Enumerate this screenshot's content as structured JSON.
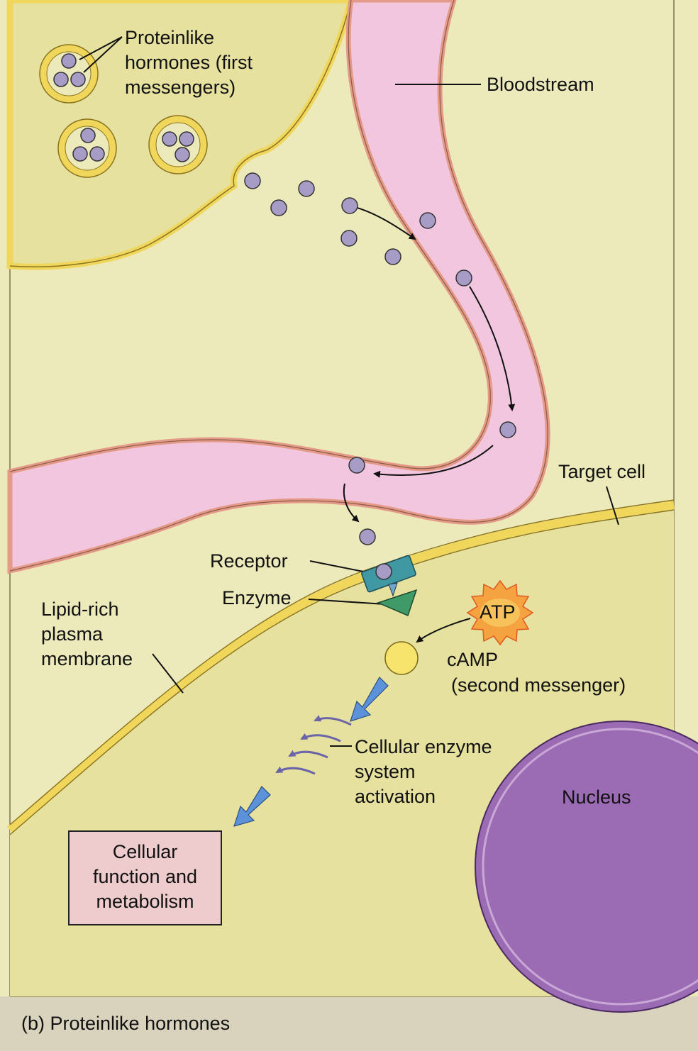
{
  "labels": {
    "first_messengers": [
      "Proteinlike",
      "hormones (first",
      "messengers)"
    ],
    "bloodstream": "Bloodstream",
    "target_cell": "Target cell",
    "receptor": "Receptor",
    "enzyme": "Enzyme",
    "atp": "ATP",
    "camp": "cAMP",
    "second_messenger": "(second messenger)",
    "membrane": [
      "Lipid-rich",
      "plasma",
      "membrane"
    ],
    "activation": [
      "Cellular enzyme",
      "system",
      "activation"
    ],
    "nucleus": "Nucleus",
    "function_box": [
      "Cellular",
      "function and",
      "metabolism"
    ]
  },
  "caption": "(b) Proteinlike hormones",
  "colors": {
    "background": "#ece9ba",
    "cell_fill": "#e6e19f",
    "membrane": "#f0d65a",
    "membrane_edge": "#8a7420",
    "vessel_fill": "#f2c6de",
    "vessel_wall": "#e49a86",
    "hormone": "#a79cc6",
    "receptor": "#3f98a2",
    "enzyme": "#3f9a68",
    "camp": "#f6e46c",
    "atp_burst": "#f5a340",
    "nucleus": "#9b6bb4",
    "function_box": "#eecccd",
    "blue_arrow": "#5b92d9",
    "purple_arrow": "#6c64a8"
  }
}
